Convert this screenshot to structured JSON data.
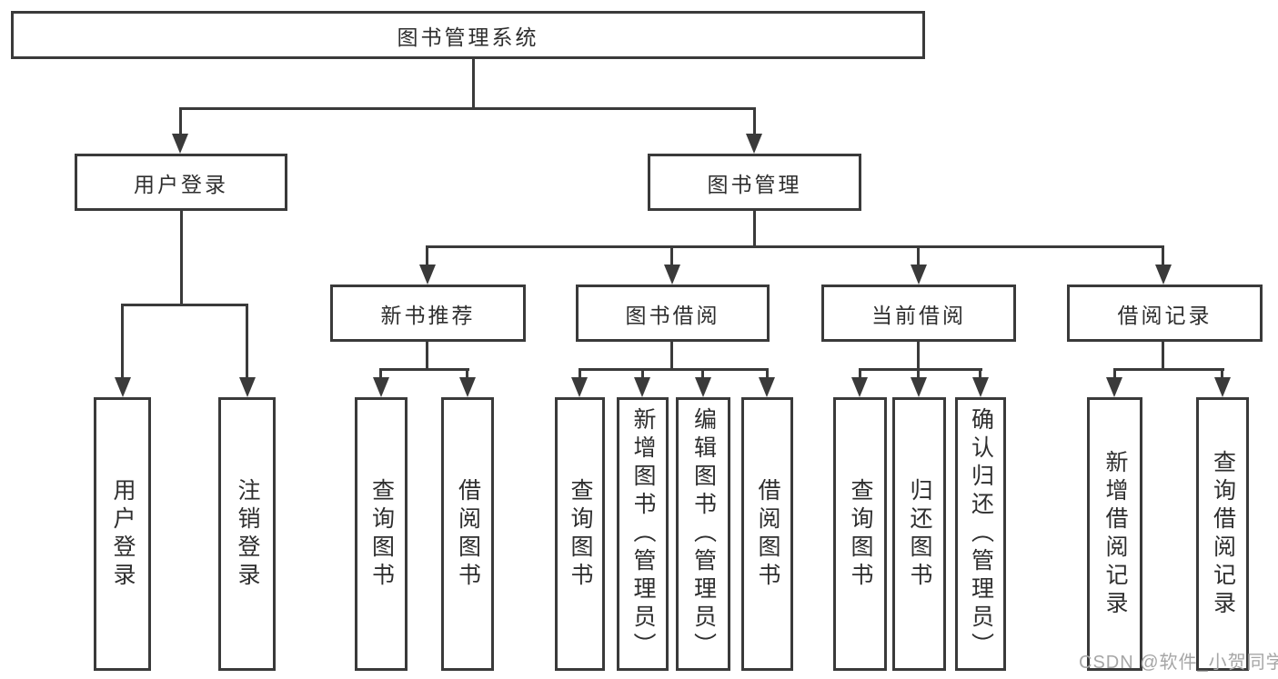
{
  "colors": {
    "line": "#3a3a3a",
    "text": "#2e2e2e",
    "watermark": "#a6a6a6",
    "background": "#ffffff"
  },
  "watermark": "CSDN @软件_小贺同学",
  "tree": {
    "root": "图书管理系统",
    "branches": [
      {
        "label": "用户登录",
        "children": [
          "用户登录",
          "注销登录"
        ]
      },
      {
        "label": "图书管理",
        "subbranches": [
          {
            "label": "新书推荐",
            "children": [
              "查询图书",
              "借阅图书"
            ]
          },
          {
            "label": "图书借阅",
            "children": [
              "查询图书",
              "新增图书（管理员）",
              "编辑图书（管理员）",
              "借阅图书"
            ]
          },
          {
            "label": "当前借阅",
            "children": [
              "查询图书",
              "归还图书",
              "确认归还（管理员）"
            ]
          },
          {
            "label": "借阅记录",
            "children": [
              "新增借阅记录",
              "查询借阅记录"
            ]
          }
        ]
      }
    ]
  }
}
